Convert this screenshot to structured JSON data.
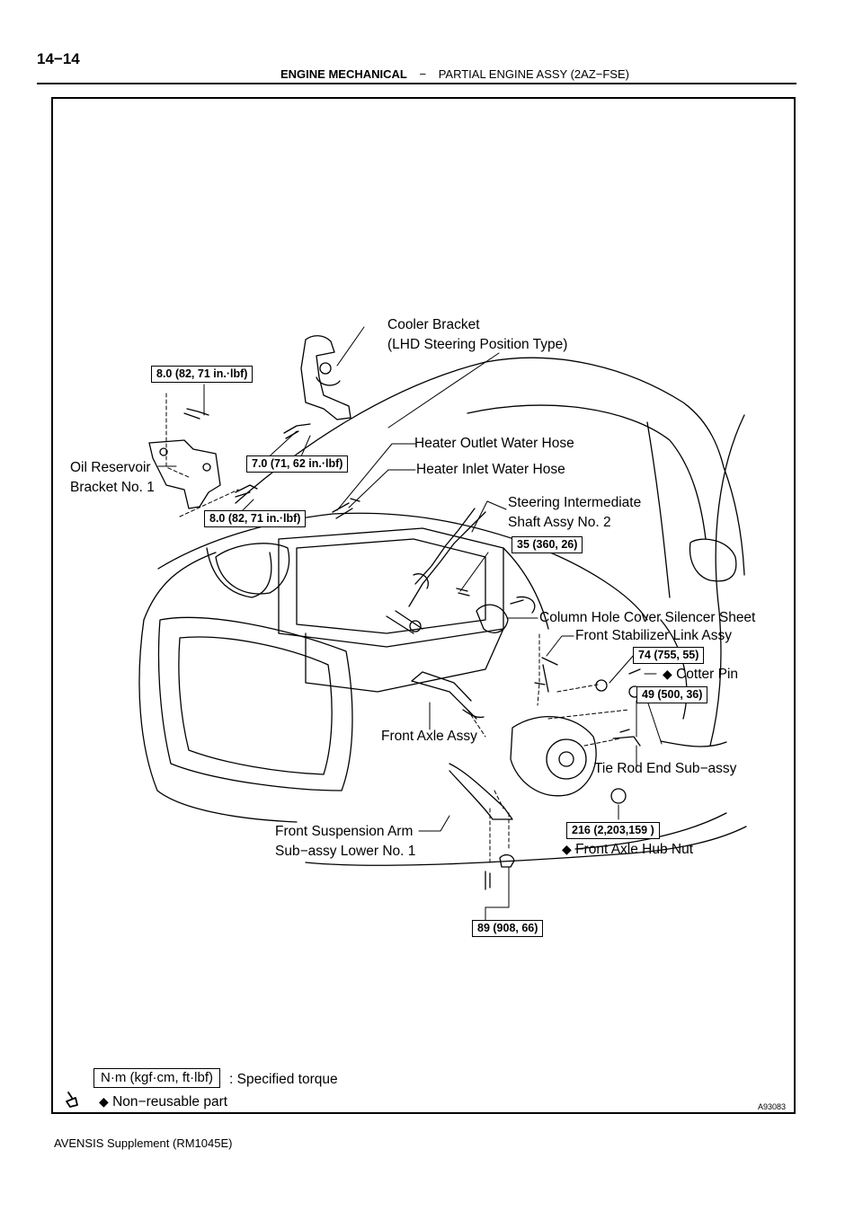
{
  "header": {
    "page_number": "14−14",
    "section": "ENGINE MECHANICAL",
    "separator": "−",
    "subsection": "PARTIAL ENGINE ASSY (2AZ−FSE)"
  },
  "labels": {
    "cooler_bracket": "Cooler Bracket",
    "cooler_bracket_type": "(LHD Steering Position Type)",
    "heater_outlet": "Heater Outlet Water Hose",
    "heater_inlet": "Heater Inlet Water Hose",
    "oil_reservoir_1": "Oil Reservoir",
    "oil_reservoir_2": "Bracket No. 1",
    "steering_shaft_1": "Steering Intermediate",
    "steering_shaft_2": "Shaft Assy No. 2",
    "column_hole": "Column Hole Cover Silencer Sheet",
    "stabilizer_link": "Front Stabilizer Link Assy",
    "cotter_pin": "Cotter Pin",
    "front_axle": "Front Axle Assy",
    "tie_rod": "Tie Rod End Sub−assy",
    "suspension_arm_1": "Front Suspension Arm",
    "suspension_arm_2": "Sub−assy Lower No. 1",
    "hub_nut": "Front Axle Hub Nut"
  },
  "torques": {
    "t_oil_top": "8.0 (82, 71 in.·lbf)",
    "t_cooler": "7.0 (71, 62 in.·lbf)",
    "t_oil_bottom": "8.0 (82, 71 in.·lbf)",
    "t_steering": "35 (360, 26)",
    "t_stabilizer": "74 (755, 55)",
    "t_tie_rod": "49 (500, 36)",
    "t_hub_nut": "216 (2,203,159 )",
    "t_arm": "89 (908, 66)"
  },
  "legend": {
    "torque_units": "N·m (kgf·cm, ft·lbf)",
    "torque_desc": ": Specified torque",
    "non_reusable": "Non−reusable part"
  },
  "figure_id": "A93083",
  "footer": "AVENSIS Supplement   (RM1045E)"
}
